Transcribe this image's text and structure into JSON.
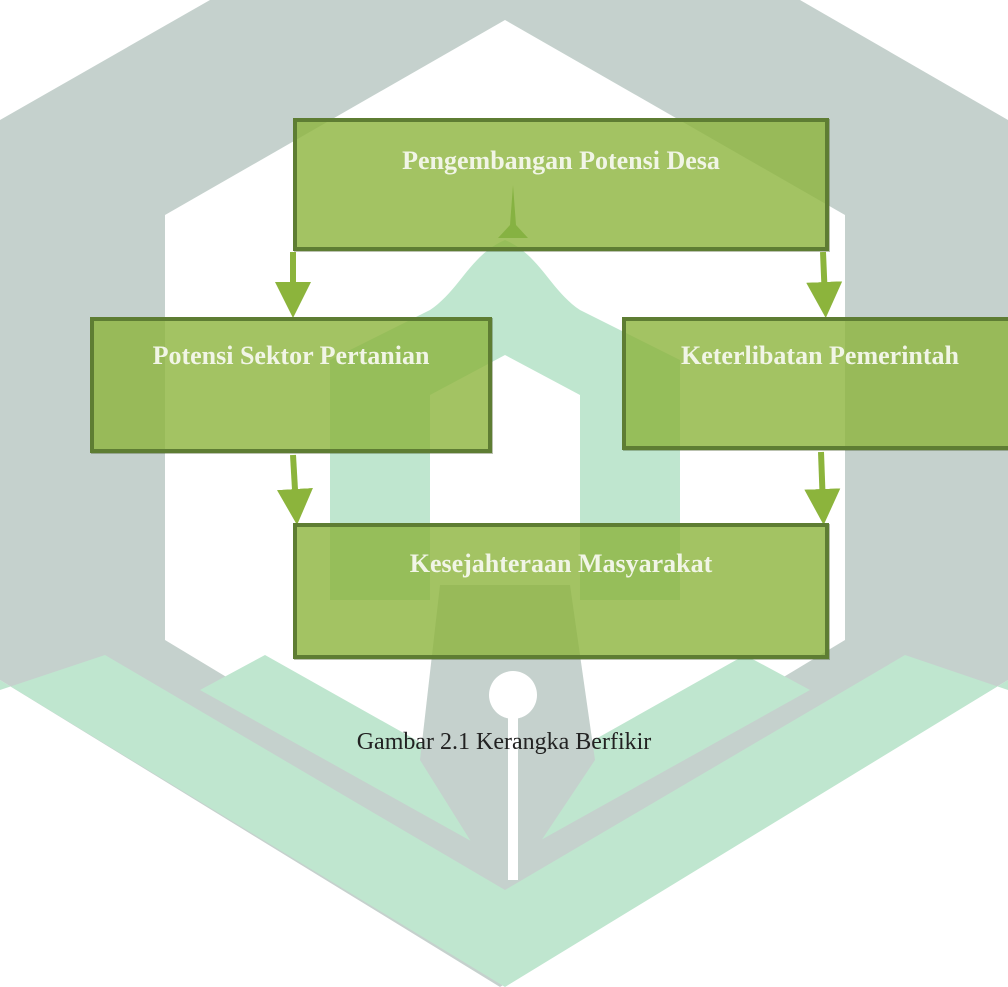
{
  "diagram": {
    "nodes": {
      "top": "Pengembangan Potensi Desa",
      "left": "Potensi Sektor Pertanian",
      "right": "Keterlibatan Pemerintah",
      "bottom": "Kesejahteraan Masyarakat"
    },
    "edges": [
      {
        "from": "top",
        "to": "left"
      },
      {
        "from": "top",
        "to": "right"
      },
      {
        "from": "left",
        "to": "bottom"
      },
      {
        "from": "right",
        "to": "bottom"
      }
    ],
    "caption": "Gambar 2.1 Kerangka Berfikir"
  },
  "colors": {
    "box_fill": "#8cb43c",
    "box_border": "#5e7d33",
    "arrow": "#8cb43c",
    "watermark_gray": "#c5d1cd",
    "watermark_green": "#bfe6cf"
  }
}
